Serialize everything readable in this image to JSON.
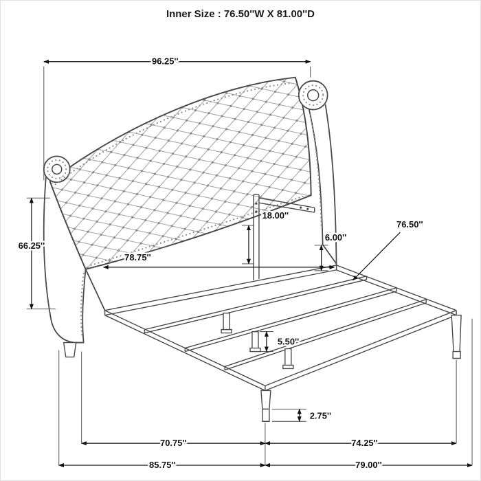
{
  "title": "Inner Size : 76.50''W X 81.00''D",
  "dimensions": {
    "headboard_width": "96.25''",
    "headboard_height": "66.25''",
    "panel_drop": "18.00''",
    "inner_width": "78.75''",
    "rail_height": "6.00''",
    "slat_length": "76.50''",
    "center_leg_height": "5.50''",
    "foot_glide_height": "2.75''",
    "base_width": "70.75''",
    "base_depth": "74.25''",
    "overall_width": "85.75''",
    "overall_depth": "79.00''"
  },
  "colors": {
    "line_art": "#4a4a4a",
    "dimension_lines": "#111111",
    "nailhead_trim": "#8f8f8f",
    "background": "#ffffff"
  }
}
